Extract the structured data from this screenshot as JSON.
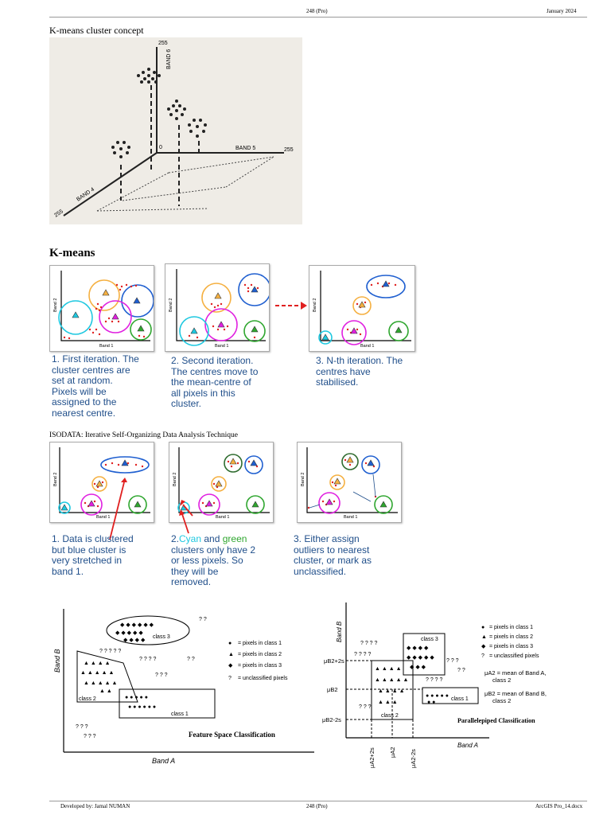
{
  "header": {
    "center": "248 (Pro)",
    "right": "January 2024"
  },
  "section1": {
    "title": "K-means cluster concept",
    "figure": {
      "axis_top": "255",
      "band6": "BAND 6",
      "band5": "BAND 5",
      "band4": "BAND 4",
      "origin": "0",
      "x_end": "255",
      "bottom_left": "255"
    }
  },
  "kmeans": {
    "title": "K-means",
    "band1": "Band 1",
    "band2": "Band 2",
    "captions": [
      "1. First iteration. The\ncluster centres are\nset at random.\nPixels will be\nassigned to the\nnearest centre.",
      "2. Second iteration.\nThe centres move to\nthe mean-centre of\nall pixels in this\ncluster.",
      "3. N-th iteration. The\ncentres have\nstabilised."
    ]
  },
  "isodata": {
    "title": "ISODATA: Iterative Self-Organizing Data Analysis Technique",
    "captions": {
      "c1": "1. Data is clustered\nbut blue cluster is\nvery stretched in\nband 1.",
      "c2_prefix": "2.",
      "c2_cyan": "Cyan",
      "c2_and": " and ",
      "c2_green": "green",
      "c2_rest": "\nclusters only have 2\nor less pixels. So\nthey will be\nremoved.",
      "c3": "3. Either assign\noutliers to nearest\ncluster, or mark as\nunclassified."
    }
  },
  "feature_space": {
    "title": "Feature Space Classification",
    "x_label": "Band A",
    "y_label": "Band B",
    "class1": "class 1",
    "class2": "class 2",
    "class3": "class 3",
    "legend": [
      "= pixels in class 1",
      "= pixels in class 2",
      "= pixels in class 3",
      "= unclassified pixels"
    ],
    "legend_symbols": [
      "●",
      "▲",
      "◆",
      "?"
    ]
  },
  "parallelepiped": {
    "title": "Parallelepiped Classification",
    "x_label": "Band A",
    "y_label": "Band B",
    "class1": "class 1",
    "class2": "class 2",
    "class3": "class 3",
    "legend": [
      "= pixels in class 1",
      "= pixels in class 2",
      "= pixels in class 3",
      "= unclassified pixels"
    ],
    "legend_symbols": [
      "●",
      "▲",
      "◆",
      "?"
    ],
    "mu_a2": "μA2 = mean of Band A,\n class 2",
    "mu_b2": "μB2 = mean of Band B,\n class 2",
    "y_ticks": [
      "μB2+2s",
      "μB2",
      "μB2-2s"
    ],
    "x_ticks": [
      "μA2+2s",
      "μA2",
      "μA2-2s"
    ]
  },
  "footer": {
    "left": "Developed by: Jamal NUMAN",
    "center": "248 (Pro)",
    "right": "ArcGIS Pro_14.docx"
  },
  "colors": {
    "caption_blue": "#1f4e8a",
    "cyan": "#1ec8e0",
    "green": "#2fa62f",
    "orange": "#f5b041",
    "magenta": "#e020e0",
    "blue": "#1f5fd0",
    "red": "#e02020"
  }
}
